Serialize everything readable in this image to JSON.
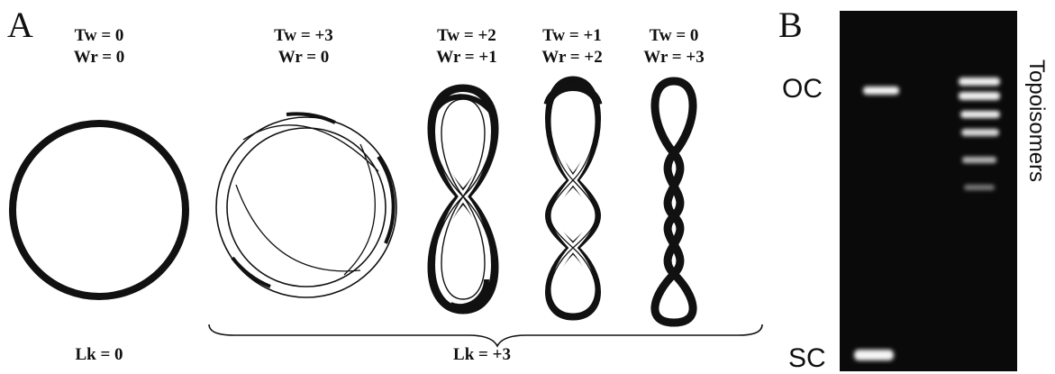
{
  "panel_a": {
    "letter": "A",
    "topologies": [
      {
        "tw": "Tw = 0",
        "wr": "Wr = 0"
      },
      {
        "tw": "Tw = +3",
        "wr": "Wr = 0"
      },
      {
        "tw": "Tw = +2",
        "wr": "Wr = +1"
      },
      {
        "tw": "Tw = +1",
        "wr": "Wr = +2"
      },
      {
        "tw": "Tw = 0",
        "wr": "Wr = +3"
      }
    ],
    "lk_left": "Lk = 0",
    "lk_right": "Lk = +3"
  },
  "panel_b": {
    "letter": "B",
    "label_oc": "OC",
    "label_sc": "SC",
    "label_topoisomers": "Topoisomers"
  }
}
